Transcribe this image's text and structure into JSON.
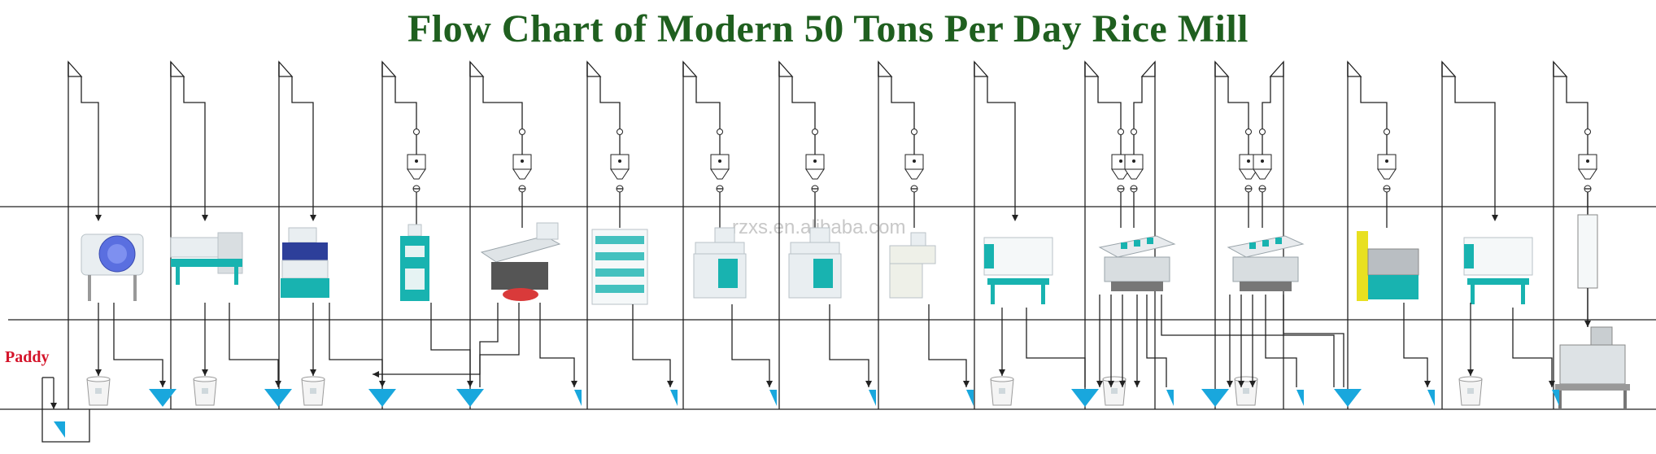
{
  "title": "Flow Chart of Modern 50 Tons Per Day Rice Mill",
  "input_label": "Paddy",
  "watermark": "rzxs.en.alibaba.com",
  "colors": {
    "title": "#1f5f1f",
    "input_label": "#d4142a",
    "line": "#222222",
    "hopper": "#19a7dd",
    "machine_accent": "#18b3b0",
    "machine_body": "#e9eef1"
  },
  "machines": [
    {
      "name": "drum-pre-cleaner",
      "icon": "drum-cleaner-icon"
    },
    {
      "name": "vibrating-cleaner",
      "icon": "vibrating-screen-icon"
    },
    {
      "name": "destoner",
      "icon": "destoner-icon"
    },
    {
      "name": "husker",
      "icon": "husker-icon"
    },
    {
      "name": "paddy-separator",
      "icon": "paddy-separator-icon"
    },
    {
      "name": "thickness-grader",
      "icon": "grader-icon"
    },
    {
      "name": "whitener-1",
      "icon": "whitener-icon"
    },
    {
      "name": "whitener-2",
      "icon": "whitener-icon"
    },
    {
      "name": "water-polisher",
      "icon": "polisher-icon"
    },
    {
      "name": "rice-grader",
      "icon": "plansifter-icon"
    },
    {
      "name": "color-sorter-1",
      "icon": "color-sorter-icon"
    },
    {
      "name": "color-sorter-2",
      "icon": "color-sorter-icon"
    },
    {
      "name": "length-grader",
      "icon": "length-grader-icon"
    },
    {
      "name": "plansifter",
      "icon": "plansifter-icon"
    },
    {
      "name": "packing-machine",
      "icon": "packing-scale-icon"
    }
  ]
}
